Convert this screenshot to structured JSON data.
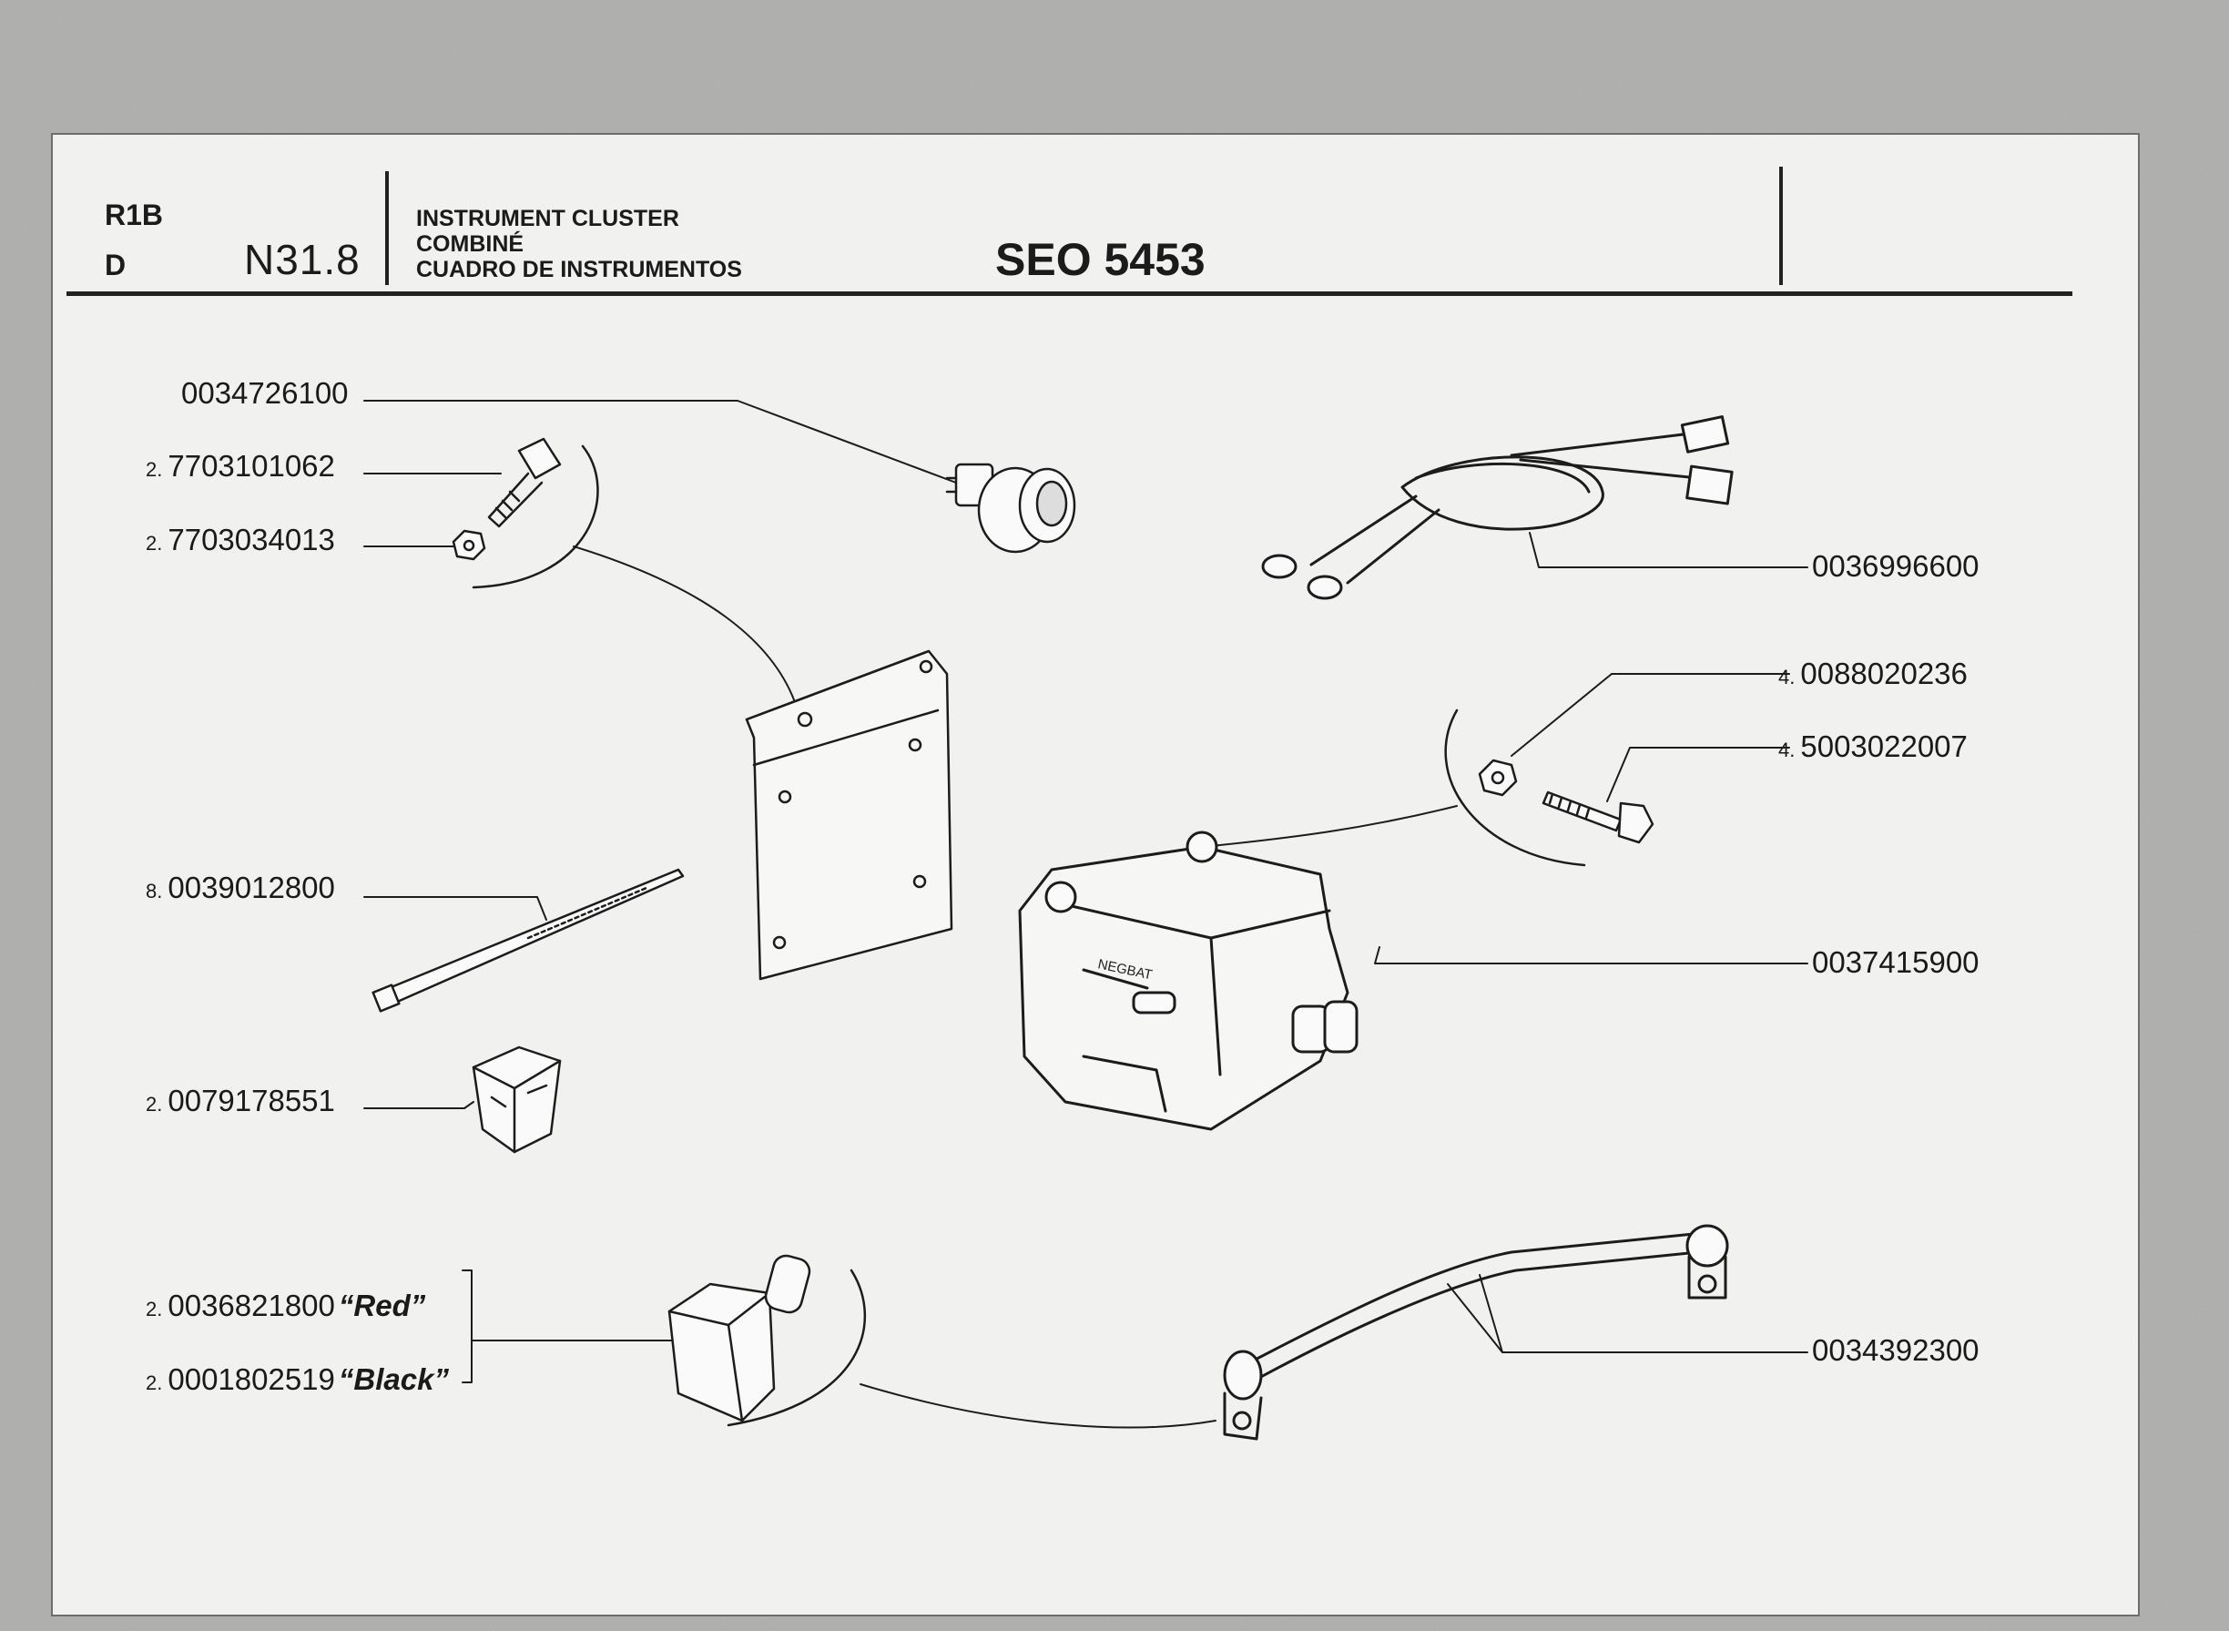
{
  "header": {
    "row_a": "R1B",
    "row_b": "D",
    "ref": "N31.8",
    "title_en": "INSTRUMENT CLUSTER",
    "title_fr": "COMBINÉ",
    "title_es": "CUADRO DE INSTRUMENTOS",
    "code": "SEO 5453"
  },
  "parts": {
    "p0034726100": {
      "qty": "",
      "number": "0034726100",
      "note": ""
    },
    "p7703101062": {
      "qty": "2.",
      "number": "7703101062",
      "note": ""
    },
    "p7703034013": {
      "qty": "2.",
      "number": "7703034013",
      "note": ""
    },
    "p0039012800": {
      "qty": "8.",
      "number": "0039012800",
      "note": ""
    },
    "p0079178551": {
      "qty": "2.",
      "number": "0079178551",
      "note": ""
    },
    "p0036821800": {
      "qty": "2.",
      "number": "0036821800",
      "note": "“Red”"
    },
    "p0001802519": {
      "qty": "2.",
      "number": "0001802519",
      "note": "“Black”"
    },
    "p0036996600": {
      "qty": "",
      "number": "0036996600",
      "note": ""
    },
    "p0088020236": {
      "qty": "4.",
      "number": "0088020236",
      "note": ""
    },
    "p5003022007": {
      "qty": "4.",
      "number": "5003022007",
      "note": ""
    },
    "p0037415900": {
      "qty": "",
      "number": "0037415900",
      "note": ""
    },
    "p0034392300": {
      "qty": "",
      "number": "0034392300",
      "note": ""
    }
  },
  "relay_marking": "NEGBAT"
}
